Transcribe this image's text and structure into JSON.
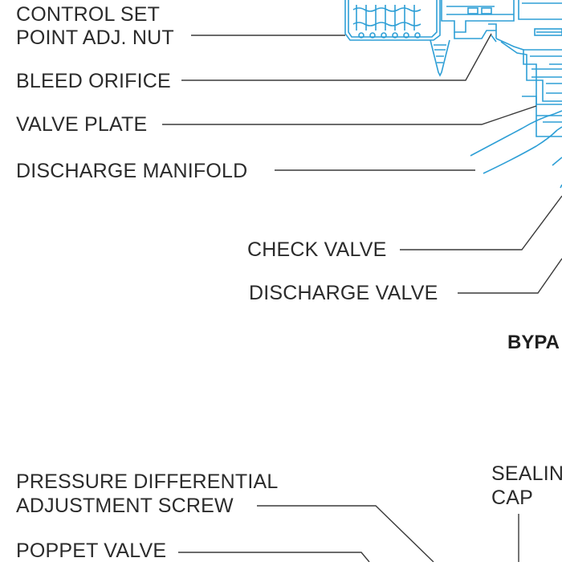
{
  "labels": {
    "control_set_point_line1": "CONTROL SET",
    "control_set_point_line2": "POINT ADJ. NUT",
    "bleed_orifice": "BLEED ORIFICE",
    "valve_plate": "VALVE PLATE",
    "discharge_manifold": "DISCHARGE MANIFOLD",
    "check_valve": "CHECK VALVE",
    "discharge_valve": "DISCHARGE VALVE",
    "pressure_differential_line1": "PRESSURE DIFFERENTIAL",
    "pressure_differential_line2": "ADJUSTMENT SCREW",
    "poppet_valve": "POPPET VALVE",
    "sealing_cap_line1": "SEALIN",
    "sealing_cap_line2": "CAP"
  },
  "section_title": "BYPA",
  "colors": {
    "line_art": "#2e9fd6",
    "leader_lines": "#3a3a3a",
    "text": "#2b2b2b"
  }
}
